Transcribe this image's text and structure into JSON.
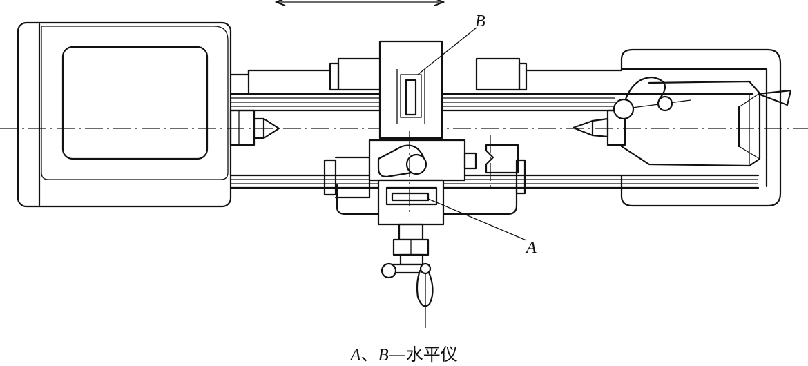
{
  "labels": {
    "a": "A",
    "b": "B"
  },
  "caption": {
    "a": "A",
    "sep": "、",
    "b": "B",
    "dash": "—",
    "text": "水平仪"
  }
}
